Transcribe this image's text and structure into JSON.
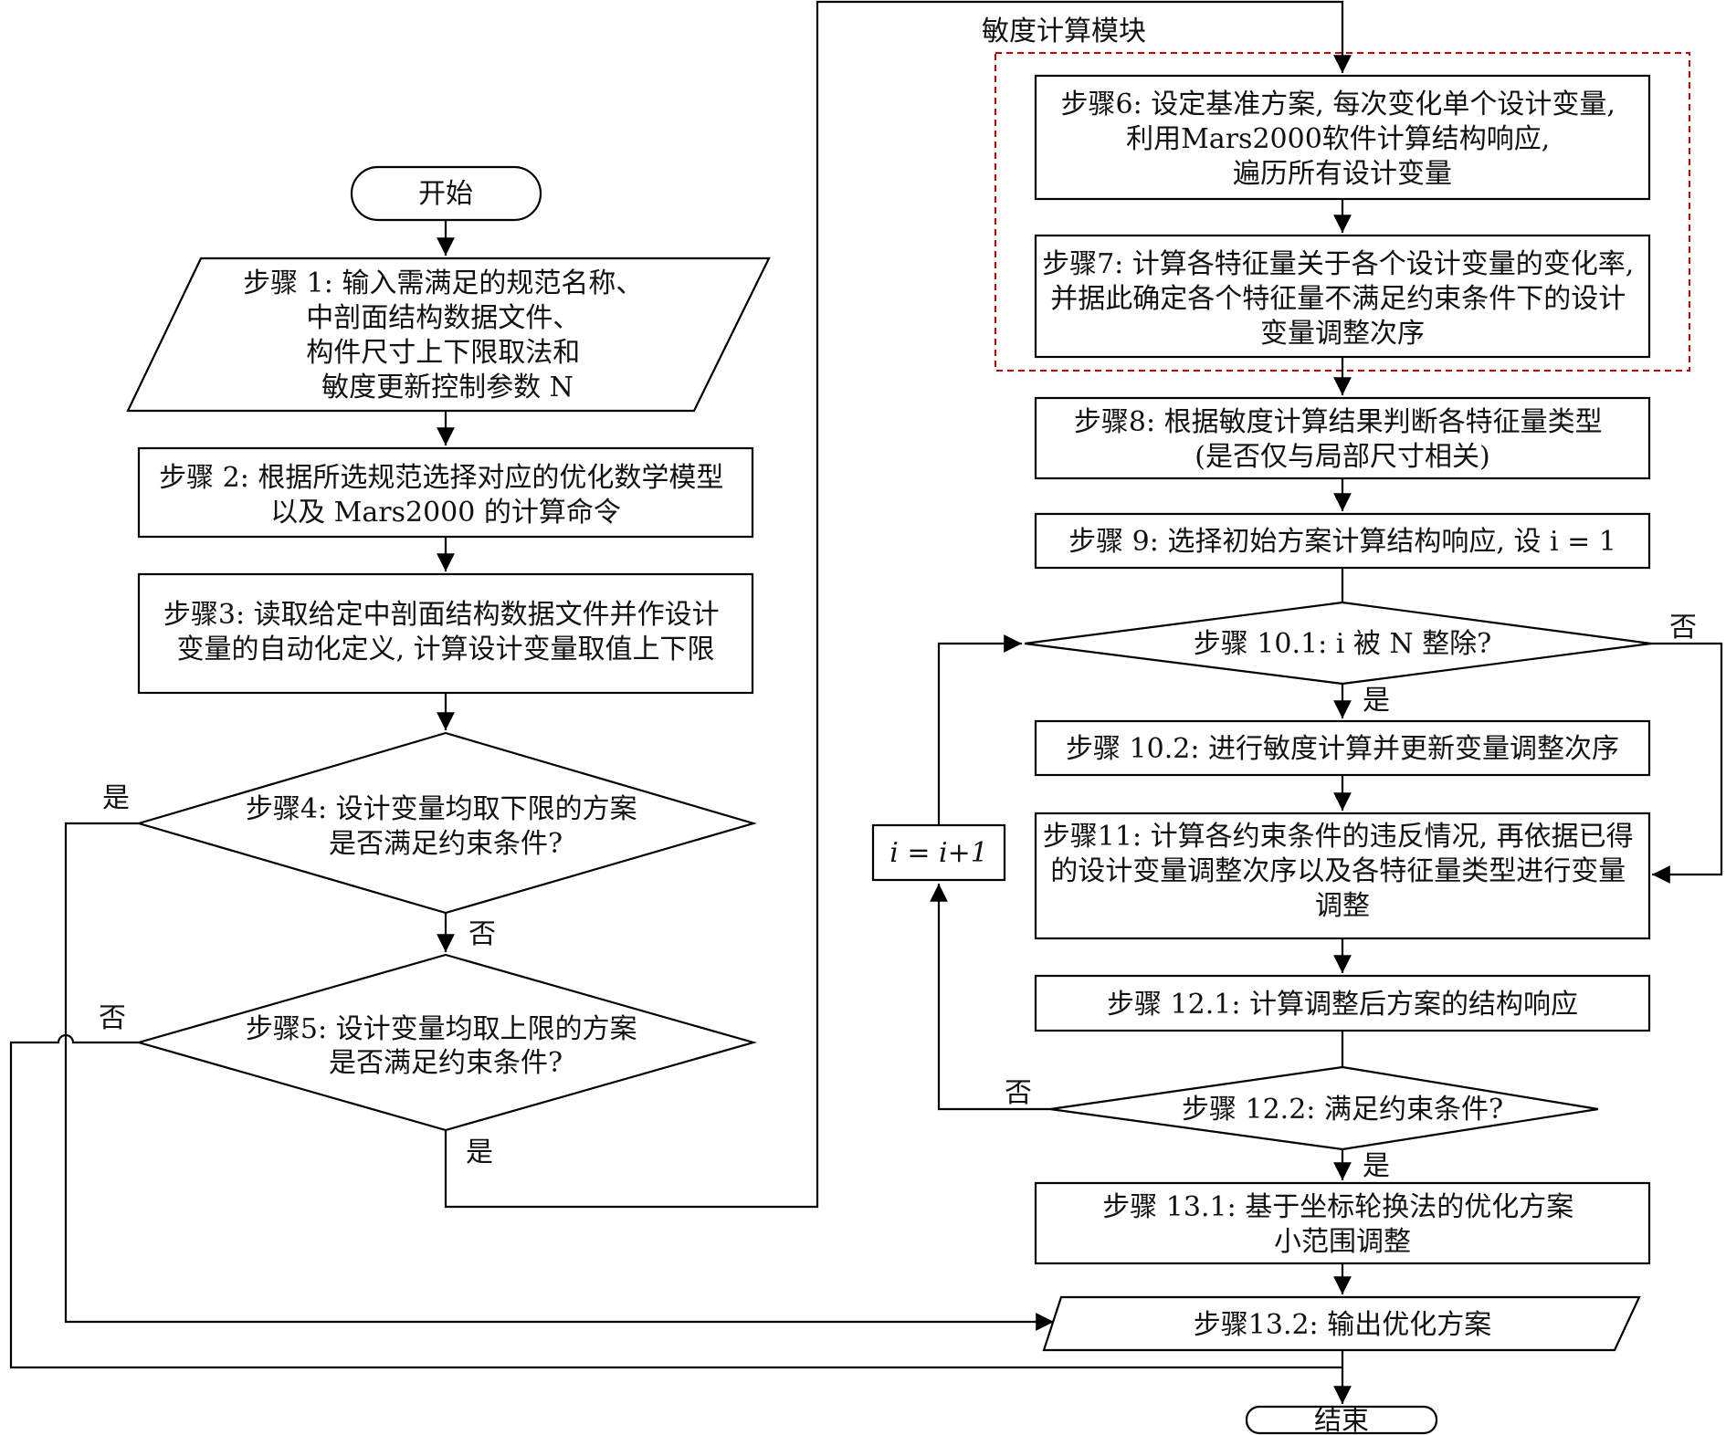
{
  "diagram": {
    "start": "开始",
    "end": "结束",
    "module_label": "敏度计算模块",
    "step1": [
      "步骤 1: 输入需满足的规范名称、",
      "中剖面结构数据文件、",
      "构件尺寸上下限取法和",
      "敏度更新控制参数 N"
    ],
    "step2": [
      "步骤 2: 根据所选规范选择对应的优化数学模型",
      "以及 Mars2000 的计算命令"
    ],
    "step3": [
      "步骤3: 读取给定中剖面结构数据文件并作设计",
      "变量的自动化定义, 计算设计变量取值上下限"
    ],
    "step4": [
      "步骤4: 设计变量均取下限的方案",
      "是否满足约束条件?"
    ],
    "step5": [
      "步骤5: 设计变量均取上限的方案",
      "是否满足约束条件?"
    ],
    "step6": [
      "步骤6: 设定基准方案, 每次变化单个设计变量,",
      "利用Mars2000软件计算结构响应,",
      "遍历所有设计变量"
    ],
    "step7": [
      "步骤7: 计算各特征量关于各个设计变量的变化率,",
      "并据此确定各个特征量不满足约束条件下的设计",
      "变量调整次序"
    ],
    "step8": [
      "步骤8: 根据敏度计算结果判断各特征量类型",
      "(是否仅与局部尺寸相关)"
    ],
    "step9": "步骤 9: 选择初始方案计算结构响应, 设 i = 1",
    "step10_1": "步骤 10.1:  i 被 N 整除?",
    "step10_2": "步骤 10.2: 进行敏度计算并更新变量调整次序",
    "step11": [
      "步骤11: 计算各约束条件的违反情况, 再依据已得",
      "的设计变量调整次序以及各特征量类型进行变量",
      "调整"
    ],
    "increment": "i = i+1",
    "step12_1": "步骤 12.1: 计算调整后方案的结构响应",
    "step12_2": "步骤 12.2: 满足约束条件?",
    "step13_1": [
      "步骤 13.1: 基于坐标轮换法的优化方案",
      "小范围调整"
    ],
    "step13_2": "步骤13.2: 输出优化方案",
    "yes": "是",
    "no": "否"
  }
}
